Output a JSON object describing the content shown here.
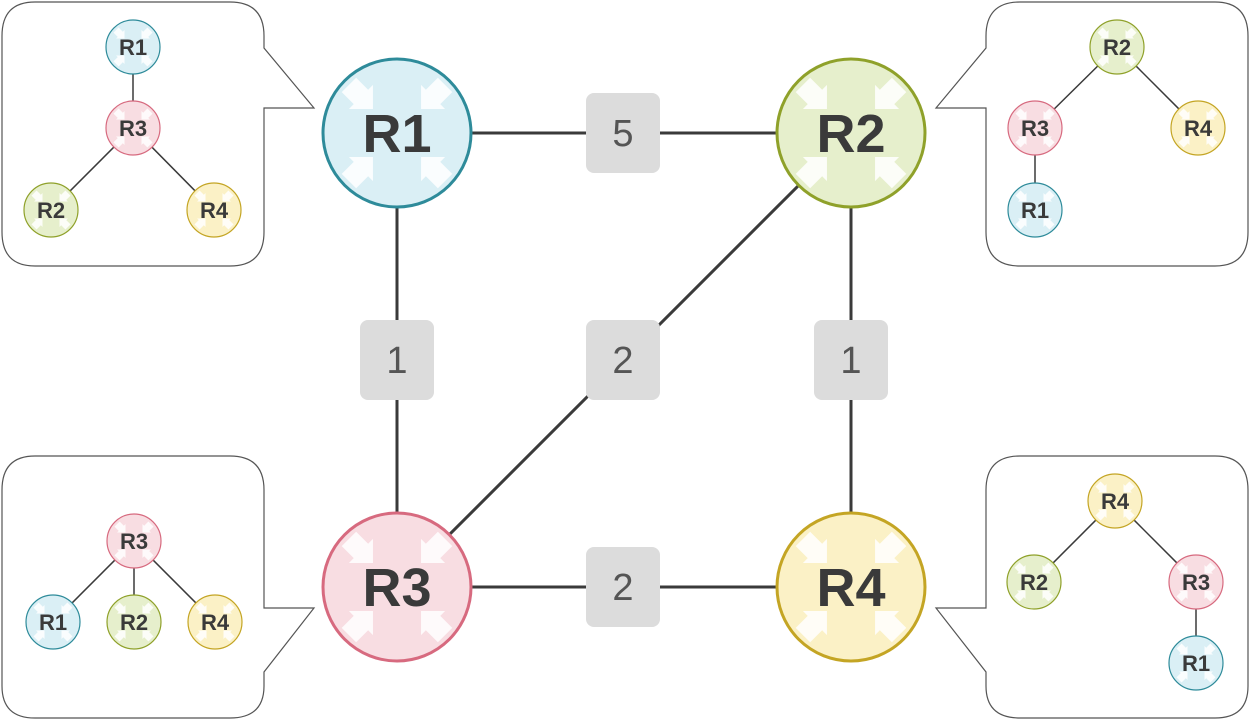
{
  "colors": {
    "R1": {
      "fill": "#daeff5",
      "stroke": "#2e8b9a"
    },
    "R2": {
      "fill": "#e6efcc",
      "stroke": "#8fa12a"
    },
    "R3": {
      "fill": "#f8dde2",
      "stroke": "#d76a7f"
    },
    "R4": {
      "fill": "#fbf1c6",
      "stroke": "#c4a524"
    },
    "link": "#3a3a3a",
    "weight_bg": "#dcdcdc",
    "callout_stroke": "#555555"
  },
  "routers": [
    {
      "id": "R1",
      "label": "R1"
    },
    {
      "id": "R2",
      "label": "R2"
    },
    {
      "id": "R3",
      "label": "R3"
    },
    {
      "id": "R4",
      "label": "R4"
    }
  ],
  "links": [
    {
      "from": "R1",
      "to": "R2",
      "weight": "5"
    },
    {
      "from": "R1",
      "to": "R3",
      "weight": "1"
    },
    {
      "from": "R2",
      "to": "R3",
      "weight": "2"
    },
    {
      "from": "R2",
      "to": "R4",
      "weight": "1"
    },
    {
      "from": "R3",
      "to": "R4",
      "weight": "2"
    }
  ],
  "trees": {
    "R1": {
      "root": "R1",
      "nodes": [
        "R1",
        "R3",
        "R2",
        "R4"
      ],
      "edges": [
        [
          "R1",
          "R3"
        ],
        [
          "R3",
          "R2"
        ],
        [
          "R3",
          "R4"
        ]
      ]
    },
    "R2": {
      "root": "R2",
      "nodes": [
        "R2",
        "R3",
        "R4",
        "R1"
      ],
      "edges": [
        [
          "R2",
          "R3"
        ],
        [
          "R2",
          "R4"
        ],
        [
          "R3",
          "R1"
        ]
      ]
    },
    "R3": {
      "root": "R3",
      "nodes": [
        "R3",
        "R1",
        "R2",
        "R4"
      ],
      "edges": [
        [
          "R3",
          "R1"
        ],
        [
          "R3",
          "R2"
        ],
        [
          "R3",
          "R4"
        ]
      ]
    },
    "R4": {
      "root": "R4",
      "nodes": [
        "R4",
        "R2",
        "R3",
        "R1"
      ],
      "edges": [
        [
          "R4",
          "R2"
        ],
        [
          "R4",
          "R3"
        ],
        [
          "R3",
          "R1"
        ]
      ]
    }
  }
}
